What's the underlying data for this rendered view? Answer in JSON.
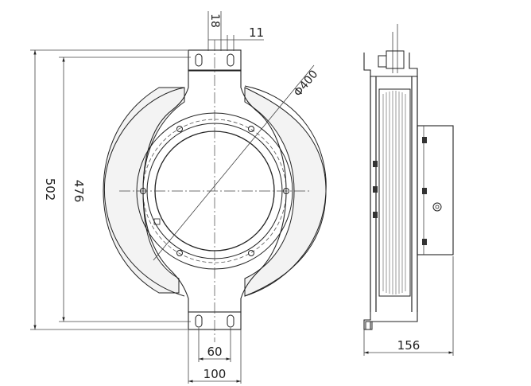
{
  "dimensions": {
    "top_gap": "18",
    "slot_width": "11",
    "outer_dia": "Φ400",
    "total_height": "502",
    "hole_spacing": "476",
    "slot_spacing": "60",
    "flange_width": "100",
    "side_depth": "156"
  }
}
